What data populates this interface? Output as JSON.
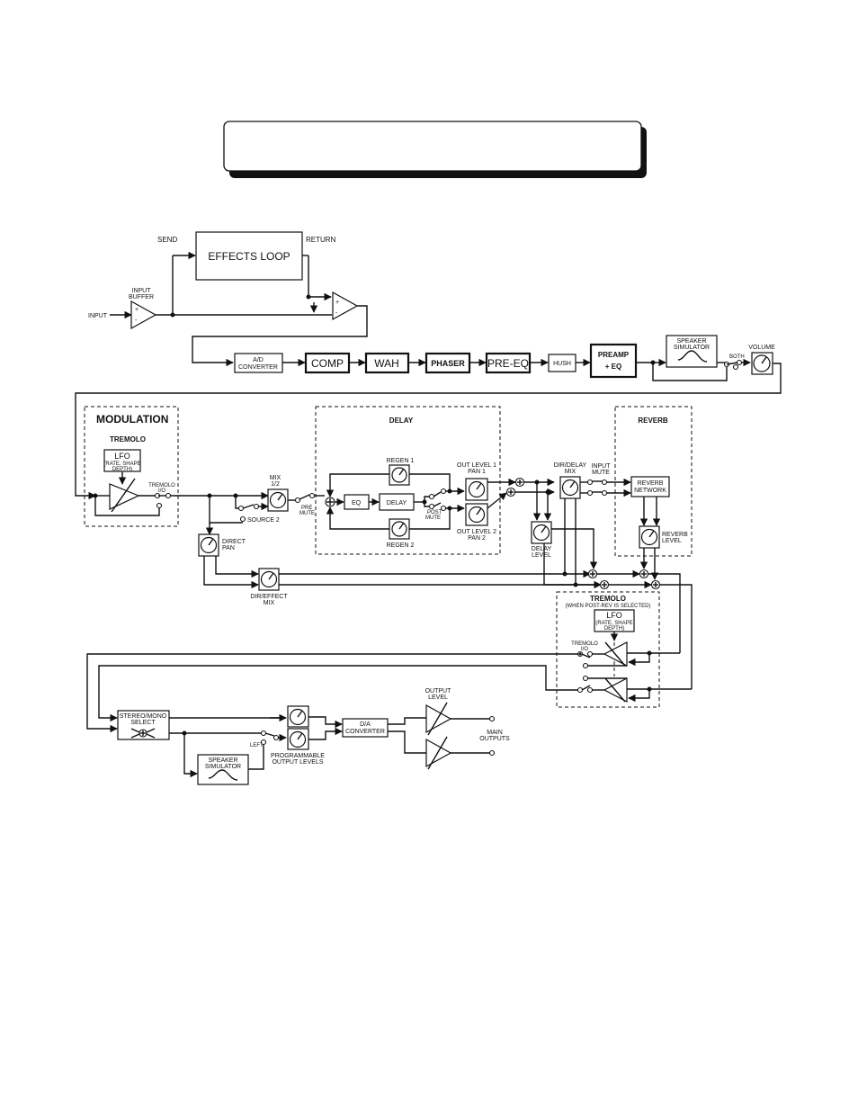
{
  "title_banner": {
    "text": ""
  },
  "effects_loop": {
    "send": "SEND",
    "return": "RETURN",
    "box": "EFFECTS LOOP"
  },
  "input": {
    "input": "INPUT",
    "buffer_1": "INPUT",
    "buffer_2": "BUFFER"
  },
  "chain": {
    "ad_1": "A/D",
    "ad_2": "CONVERTER",
    "comp": "COMP",
    "wah": "WAH",
    "phaser": "PHASER",
    "pre_eq": "PRE-EQ",
    "hush": "HUSH",
    "preamp_1": "PREAMP",
    "preamp_2": "+ EQ",
    "spk_1": "SPEAKER",
    "spk_2": "SIMULATOR",
    "both": "BOTH",
    "volume": "VOLUME"
  },
  "modulation": {
    "title": "MODULATION",
    "tremolo": "TREMOLO",
    "lfo": "LFO",
    "lfo_sub1": "(RATE, SHAPE",
    "lfo_sub2": "DEPTH)",
    "io_1": "TREMOLO",
    "io_2": "I/O"
  },
  "mix": {
    "mix_1": "MIX",
    "mix_2": "1/2",
    "pre_1": "PRE",
    "pre_2": "MUTE",
    "source2": "SOURCE 2",
    "direct_1": "DIRECT",
    "direct_2": "PAN",
    "direffect_1": "DIR/EFFECT",
    "direffect_2": "MIX"
  },
  "delay": {
    "title": "DELAY",
    "regen1": "REGEN 1",
    "regen2": "REGEN 2",
    "eq": "EQ",
    "delay": "DELAY",
    "post_1": "POST",
    "post_2": "MUTE",
    "out1_a": "OUT LEVEL 1",
    "out1_b": "PAN 1",
    "out2_a": "OUT LEVEL 2",
    "out2_b": "PAN 2",
    "dirdelay_1": "DIR/DELAY",
    "dirdelay_2": "MIX",
    "dlevel_1": "DELAY",
    "dlevel_2": "LEVEL"
  },
  "reverb": {
    "title": "REVERB",
    "input_1": "INPUT",
    "input_2": "MUTE",
    "network_1": "REVERB",
    "network_2": "NETWORK",
    "level_1": "REVERB",
    "level_2": "LEVEL"
  },
  "tremolo2": {
    "title": "TREMOLO",
    "sub": "(WHEN POST-REV IS SELECTED)",
    "lfo": "LFO",
    "lfo_sub1": "(RATE, SHAPE",
    "lfo_sub2": "DEPTH)",
    "io_1": "TREMOLO",
    "io_2": "I/O"
  },
  "output": {
    "sm_1": "STEREO/MONO",
    "sm_2": "SELECT",
    "spk_1": "SPEAKER",
    "spk_2": "SIMULATOR",
    "left": "LEFT",
    "prog_1": "PROGRAMMABLE",
    "prog_2": "OUTPUT LEVELS",
    "da_1": "D/A",
    "da_2": "CONVERTER",
    "olevel_1": "OUTPUT",
    "olevel_2": "LEVEL",
    "main_1": "MAIN",
    "main_2": "OUTPUTS"
  }
}
